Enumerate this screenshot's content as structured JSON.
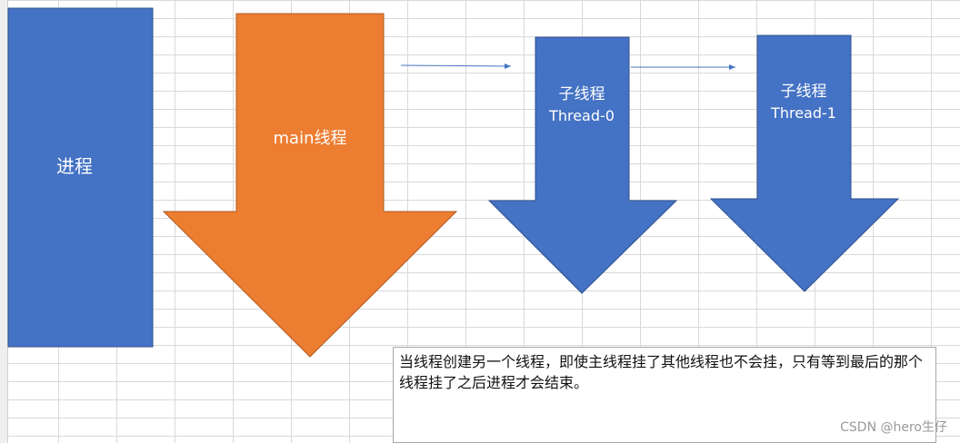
{
  "diagram": {
    "process_label": "进程",
    "main_thread_label": "main线程",
    "child0": {
      "line1": "子线程",
      "line2": "Thread-0"
    },
    "child1": {
      "line1": "子线程",
      "line2": "Thread-1"
    }
  },
  "note_text": "当线程创建另一个线程，即使主线程挂了其他线程也不会挂，只有等到最后的那个线程挂了之后进程才会结束。",
  "watermark": "CSDN @hero生仔",
  "colors": {
    "blue": "#4472C4",
    "orange": "#ED7D31",
    "blue_border": "#2F528F",
    "orange_border": "#AE5A21"
  }
}
